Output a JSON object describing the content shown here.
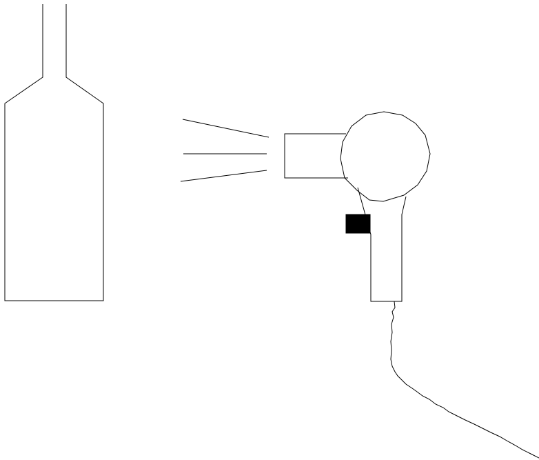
{
  "colors": {
    "background": "#ffffff",
    "stroke": "#000000",
    "fill_switch": "#000000"
  },
  "scene": {
    "objects": [
      "bottle",
      "air-stream",
      "hair-dryer",
      "power-cord"
    ]
  }
}
